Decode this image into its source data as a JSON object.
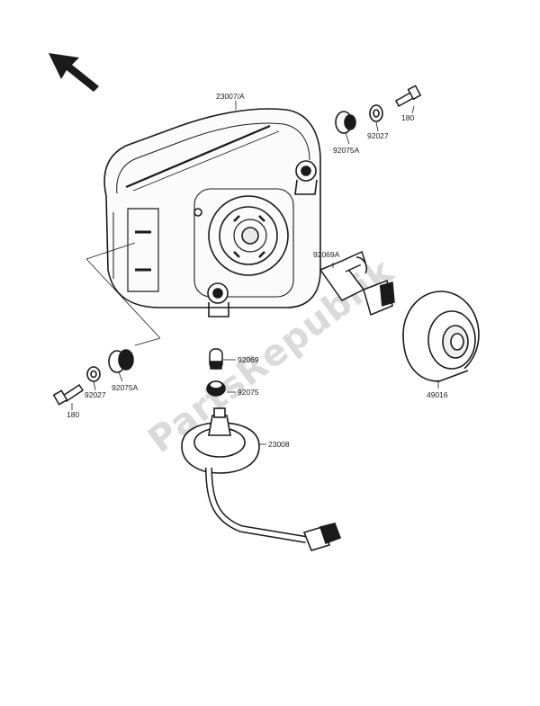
{
  "watermark": "PartsRepublik",
  "labels": {
    "housing": "23007/A",
    "grommet_top": "92075A",
    "washer_top": "92027",
    "bolt_top": "180",
    "bulb": "92069A",
    "lens_cap": "49016",
    "small_bulb": "92069",
    "small_grommet": "92075",
    "socket": "23008",
    "grommet_left": "92075A",
    "washer_left": "92027",
    "bolt_left": "180"
  },
  "colors": {
    "line": "#1a1a1a",
    "watermark": "#dadada"
  },
  "icons": {
    "direction": "arrow-up-left-icon"
  }
}
